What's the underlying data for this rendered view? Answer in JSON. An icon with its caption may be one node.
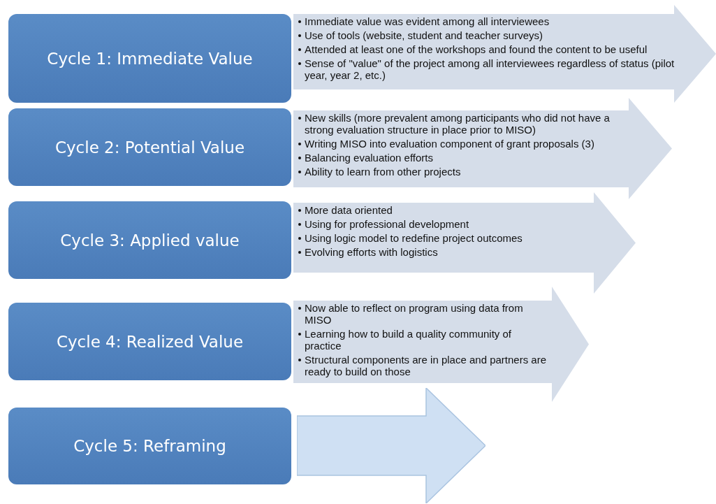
{
  "diagram": {
    "nodes": [
      {
        "text": [
          "Cycle 1: Immediate Value"
        ]
      },
      {
        "text": [
          "Immediate value was evident among all interviewees",
          "Use of tools (website, student and teacher surveys)",
          "Attended at least one of the workshops and found the content to be useful",
          "Sense of \"value\" of the project among all interviewees  regardless of status (pilot year, year 2, etc.)"
        ]
      },
      {
        "text": [
          "Cycle 2: Potential Value"
        ]
      },
      {
        "text": [
          "New skills (more prevalent among participants who did not have a strong evaluation structure in place prior to MISO)",
          "Writing MISO into evaluation component of grant proposals (3)",
          "Balancing evaluation efforts",
          "Ability to learn from other projects"
        ]
      },
      {
        "text": [
          "Cycle 3: Applied value"
        ]
      },
      {
        "text": [
          "More data oriented",
          "Using for professional development",
          "Using logic model to redefine project outcomes",
          "Evolving efforts with logistics"
        ]
      },
      {
        "text": [
          "Cycle 4: Realized Value"
        ]
      },
      {
        "text": [
          "Now able to reflect on program using data from MISO",
          "Learning how to build a quality community of practice",
          "Structural components are in place and partners are ready to build on those"
        ]
      },
      {
        "text": [
          "Cycle 5: Reframing"
        ]
      },
      {
        "text": [],
        "shape": "arrow"
      }
    ]
  }
}
